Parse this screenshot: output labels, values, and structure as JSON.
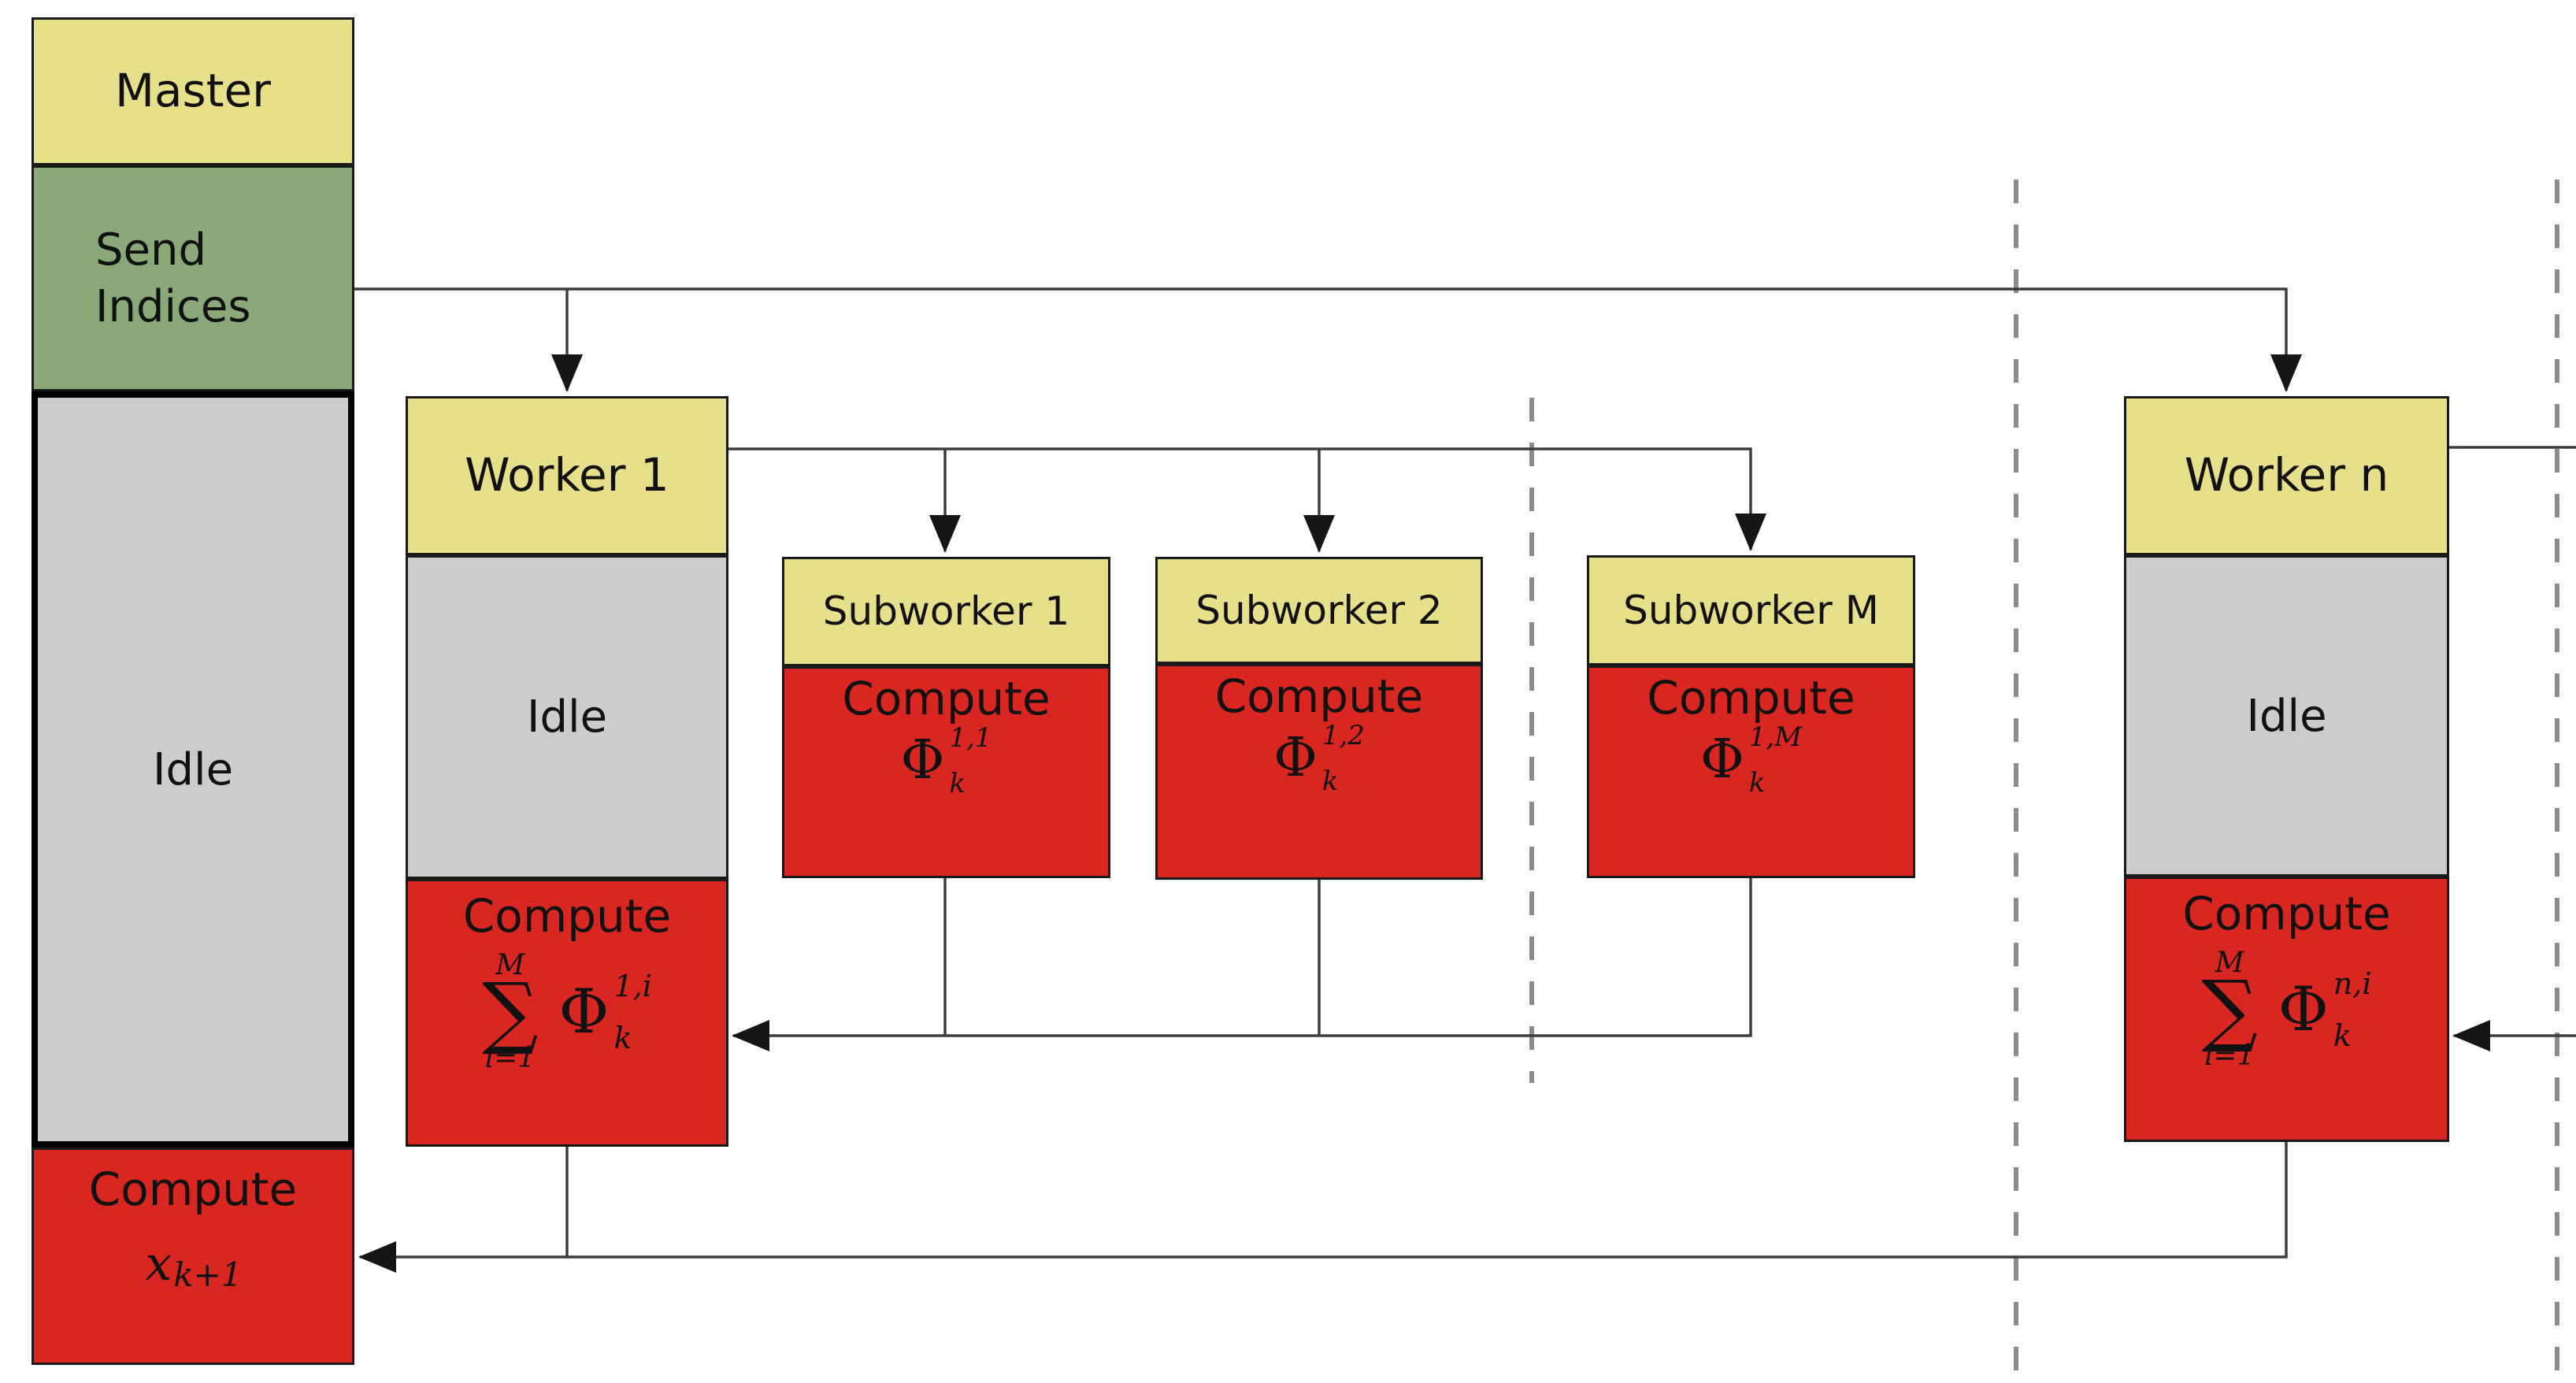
{
  "colors": {
    "yellow": "#e7e08a",
    "green": "#8aa878",
    "gray": "#cccccc",
    "red": "#da2620",
    "line": "#3d3d3d",
    "dash": "#8c8c8c",
    "border": "#1a1a1a"
  },
  "master": {
    "title": "Master",
    "send_label": "Send Indices",
    "idle_label": "Idle",
    "compute_label": "Compute",
    "result": {
      "base": "x",
      "sub": "k+1"
    }
  },
  "worker1": {
    "title": "Worker 1",
    "idle_label": "Idle",
    "compute_label": "Compute",
    "sum": {
      "upper": "M",
      "sigma": "∑",
      "lower": "i=1",
      "phi": "Φ",
      "sup": "1,i",
      "sub": "k"
    }
  },
  "worker_n": {
    "title": "Worker n",
    "idle_label": "Idle",
    "compute_label": "Compute",
    "sum": {
      "upper": "M",
      "sigma": "∑",
      "lower": "i=1",
      "phi": "Φ",
      "sup": "n,i",
      "sub": "k"
    }
  },
  "subworkers": [
    {
      "title": "Subworker 1",
      "compute_label": "Compute",
      "phi": "Φ",
      "sup": "1,1",
      "sub": "k"
    },
    {
      "title": "Subworker 2",
      "compute_label": "Compute",
      "phi": "Φ",
      "sup": "1,2",
      "sub": "k"
    },
    {
      "title": "Subworker M",
      "compute_label": "Compute",
      "phi": "Φ",
      "sup": "1,M",
      "sub": "k"
    }
  ]
}
